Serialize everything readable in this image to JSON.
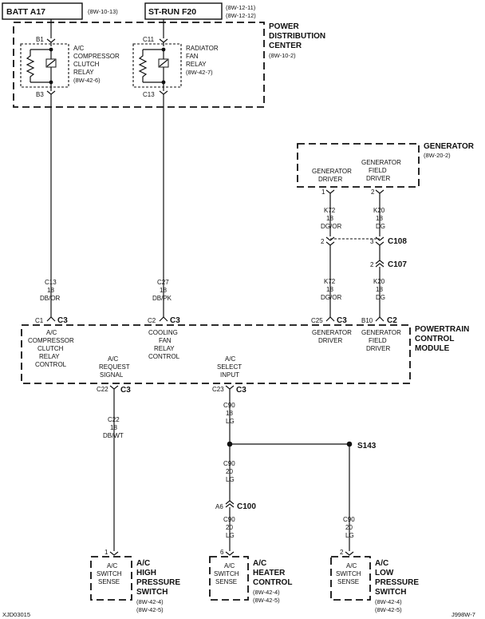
{
  "fuses": {
    "batt": {
      "name": "BATT A17",
      "ref": "(8W-10-13)"
    },
    "strun": {
      "name": "ST-RUN F20",
      "ref1": "(8W-12-11)",
      "ref2": "(8W-12-12)"
    }
  },
  "pdc": {
    "title1": "POWER",
    "title2": "DISTRIBUTION",
    "title3": "CENTER",
    "ref": "(8W-10-2)",
    "ac_relay": {
      "pin_in": "B1",
      "pin_out": "B3",
      "l1": "A/C",
      "l2": "COMPRESSOR",
      "l3": "CLUTCH",
      "l4": "RELAY",
      "ref": "(8W-42-6)"
    },
    "fan_relay": {
      "pin_in": "C11",
      "pin_out": "C13",
      "l1": "RADIATOR",
      "l2": "FAN",
      "l3": "RELAY",
      "ref": "(8W-42-7)"
    }
  },
  "generator": {
    "title": "GENERATOR",
    "ref": "(8W-20-2)",
    "driver": {
      "l1": "GENERATOR",
      "l2": "DRIVER",
      "pin": "1"
    },
    "field": {
      "l1": "GENERATOR",
      "l2": "FIELD",
      "l3": "DRIVER",
      "pin": "2"
    }
  },
  "wires": {
    "k72a": {
      "circuit": "K72",
      "gauge": "18",
      "color": "DG/OR"
    },
    "k20a": {
      "circuit": "K20",
      "gauge": "18",
      "color": "DG"
    },
    "k72b": {
      "circuit": "K72",
      "gauge": "18",
      "color": "DG/OR"
    },
    "k20b": {
      "circuit": "K20",
      "gauge": "18",
      "color": "DG"
    },
    "c13": {
      "circuit": "C13",
      "gauge": "18",
      "color": "DB/OR"
    },
    "c27": {
      "circuit": "C27",
      "gauge": "18",
      "color": "DB/PK"
    },
    "c22": {
      "circuit": "C22",
      "gauge": "18",
      "color": "DB/WT"
    },
    "c90a": {
      "circuit": "C90",
      "gauge": "18",
      "color": "LG"
    },
    "c90b": {
      "circuit": "C90",
      "gauge": "20",
      "color": "LG"
    },
    "c90c": {
      "circuit": "C90",
      "gauge": "20",
      "color": "LG"
    },
    "c90d": {
      "circuit": "C90",
      "gauge": "20",
      "color": "LG"
    }
  },
  "connectors": {
    "c108": {
      "name": "C108",
      "pin1": "2",
      "pin2": "3"
    },
    "c107": {
      "name": "C107",
      "pin": "2"
    },
    "c100": {
      "name": "C100",
      "pin": "A6"
    },
    "splice": {
      "name": "S143"
    }
  },
  "pcm": {
    "title1": "POWERTRAIN",
    "title2": "CONTROL",
    "title3": "MODULE",
    "ac_clutch": {
      "pin": "C1",
      "conn": "C3",
      "l1": "A/C",
      "l2": "COMPRESSOR",
      "l3": "CLUTCH",
      "l4": "RELAY",
      "l5": "CONTROL"
    },
    "fan": {
      "pin": "C2",
      "conn": "C3",
      "l1": "COOLING",
      "l2": "FAN",
      "l3": "RELAY",
      "l4": "CONTROL"
    },
    "gen_driver": {
      "pin": "C25",
      "conn": "C3",
      "l1": "GENERATOR",
      "l2": "DRIVER"
    },
    "gen_field": {
      "pin": "B10",
      "conn": "C2",
      "l1": "GENERATOR",
      "l2": "FIELD",
      "l3": "DRIVER"
    },
    "ac_request": {
      "pin": "C22",
      "conn": "C3",
      "l1": "A/C",
      "l2": "REQUEST",
      "l3": "SIGNAL"
    },
    "ac_select": {
      "pin": "C23",
      "conn": "C3",
      "l1": "A/C",
      "l2": "SELECT",
      "l3": "INPUT"
    }
  },
  "switches": {
    "high": {
      "pin": "1",
      "s1": "A/C",
      "s2": "SWITCH",
      "s3": "SENSE",
      "n1": "A/C",
      "n2": "HIGH",
      "n3": "PRESSURE",
      "n4": "SWITCH",
      "ref1": "(8W-42-4)",
      "ref2": "(8W-42-5)"
    },
    "heater": {
      "pin": "6",
      "s1": "A/C",
      "s2": "SWITCH",
      "s3": "SENSE",
      "n1": "A/C",
      "n2": "HEATER",
      "n3": "CONTROL",
      "ref1": "(8W-42-4)",
      "ref2": "(8W-42-5)"
    },
    "low": {
      "pin": "2",
      "s1": "A/C",
      "s2": "SWITCH",
      "s3": "SENSE",
      "n1": "A/C",
      "n2": "LOW",
      "n3": "PRESSURE",
      "n4": "SWITCH",
      "ref1": "(8W-42-4)",
      "ref2": "(8W-42-5)"
    }
  },
  "footer": {
    "left": "XJD03015",
    "right": "J998W-7"
  }
}
